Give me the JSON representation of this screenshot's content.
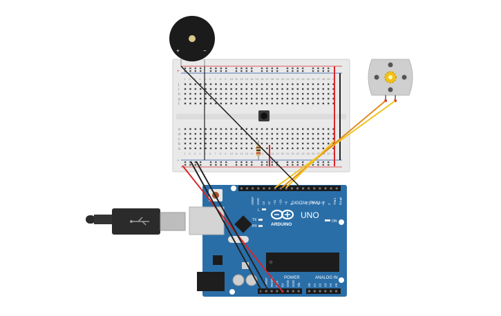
{
  "canvas": {
    "background": "#ffffff"
  },
  "buzzer": {
    "plus_label": "+",
    "minus_label": "−"
  },
  "motor": {
    "wire_colors": [
      "#e8a200",
      "#d4541e"
    ]
  },
  "arduino": {
    "brand": "ARDUINO",
    "model": "UNO",
    "digital_label": "DIGITAL (PWM~)",
    "power_label": "POWER",
    "analog_label": "ANALOG IN",
    "on_label": "ON",
    "l_label": "L",
    "tx_label": "TX",
    "rx_label": "RX",
    "aref_label": "AREF",
    "gnd_label": "GND",
    "digital_pins": [
      "13",
      "12",
      "~11",
      "~10",
      "~9",
      "8",
      "7",
      "~6",
      "~5",
      "4",
      "~3",
      "2",
      "TX▸1",
      "RX◂0"
    ],
    "power_pins": [
      "IOREF",
      "RESET",
      "3.3V",
      "5V",
      "GND",
      "GND",
      "Vin"
    ],
    "analog_pins": [
      "A0",
      "A1",
      "A2",
      "A3",
      "A4",
      "A5"
    ]
  },
  "breadboard": {
    "row_letters_top": [
      "j",
      "i",
      "h",
      "g",
      "f"
    ],
    "row_letters_bottom": [
      "e",
      "d",
      "c",
      "b",
      "a"
    ],
    "rail_plus": "+",
    "rail_minus": "−",
    "columns": [
      "1",
      "2",
      "3",
      "4",
      "5",
      "6",
      "7",
      "8",
      "9",
      "10",
      "11",
      "12",
      "13",
      "14",
      "15",
      "16",
      "17",
      "18",
      "19",
      "20",
      "21",
      "22",
      "23",
      "24",
      "25",
      "26",
      "27",
      "28",
      "29",
      "30"
    ]
  },
  "colors": {
    "board_blue": "#2a6ea8",
    "wire_black": "#222222",
    "wire_red": "#d8262a",
    "wire_orange": "#e08a1e",
    "wire_yellow": "#f2c21a"
  }
}
